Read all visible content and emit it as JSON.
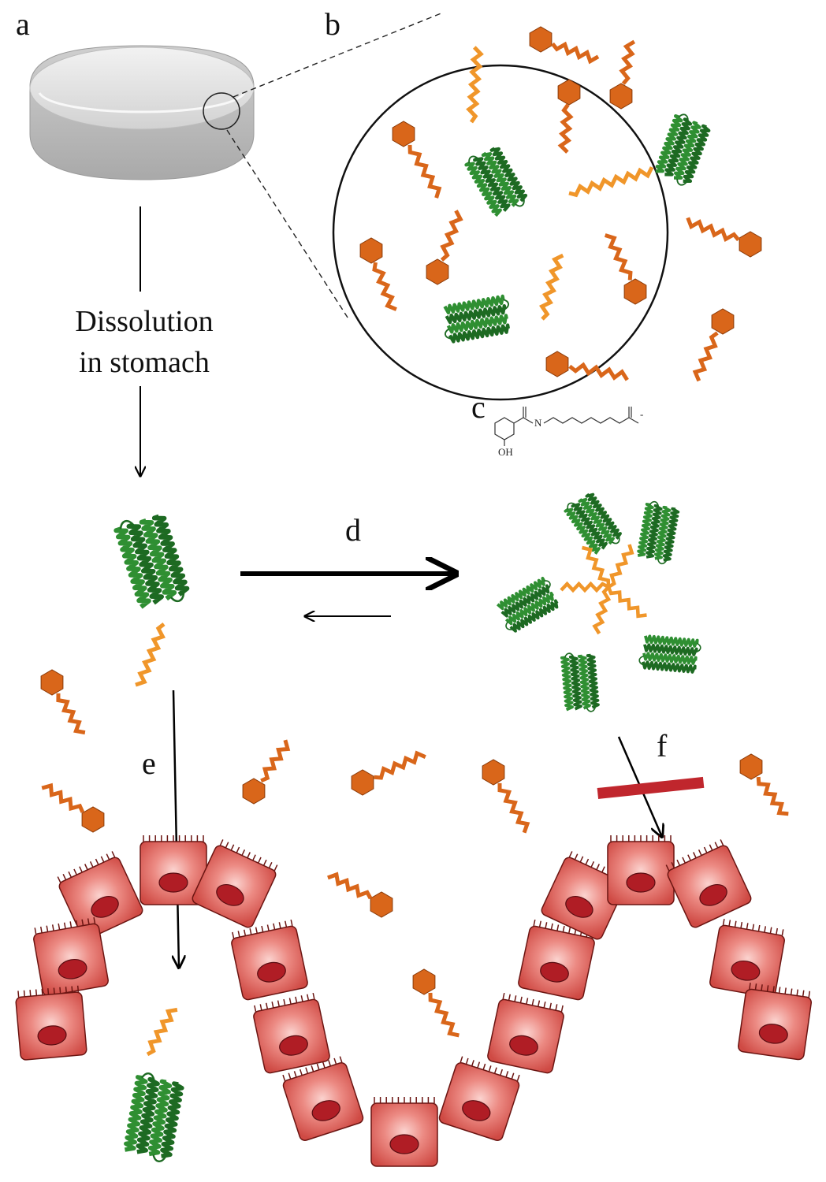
{
  "panel_labels": {
    "a": "a",
    "b": "b",
    "c": "c",
    "d": "d",
    "e": "e",
    "f": "f"
  },
  "dissolution": {
    "line1": "Dissolution",
    "line2": "in stomach"
  },
  "chemical": {
    "nh": "N",
    "hydroxyl": "OH",
    "anion": "-"
  },
  "colors": {
    "tablet": "#d7d7d7",
    "protein": "#2f8f32",
    "protein_dark": "#1d6a22",
    "enhancer_head": "#d9661a",
    "enhancer_tail_bound": "#f0962a",
    "epithelial_cell": "#d9534e",
    "nucleus": "#b01d25",
    "blocked_bar": "#c0262d"
  },
  "icons": [
    "tablet",
    "protein-helix-bundle",
    "permeation-enhancer",
    "epithelial-cell",
    "chemical-structure"
  ]
}
